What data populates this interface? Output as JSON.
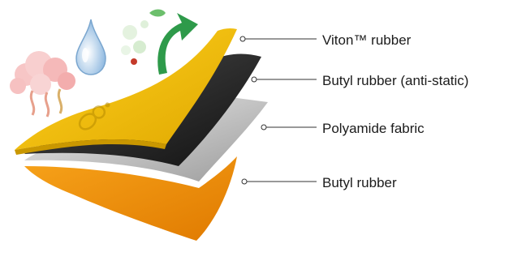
{
  "layers": [
    {
      "label": "Viton™ rubber",
      "color": "#f2c200"
    },
    {
      "label": "Butyl rubber (anti-static)",
      "color": "#2a2a2a"
    },
    {
      "label": "Polyamide fabric",
      "color": "#cfcfcf"
    },
    {
      "label": "Butyl rubber",
      "color": "#f08c00"
    }
  ],
  "icons": [
    "fume-cloud-icon",
    "water-drop-icon",
    "leaf-recycle-icon"
  ],
  "colors": {
    "leader_line": "#333333",
    "fume": "#f3a0a0",
    "drop": "#9fc6e8",
    "recycle": "#2e9a4a"
  }
}
